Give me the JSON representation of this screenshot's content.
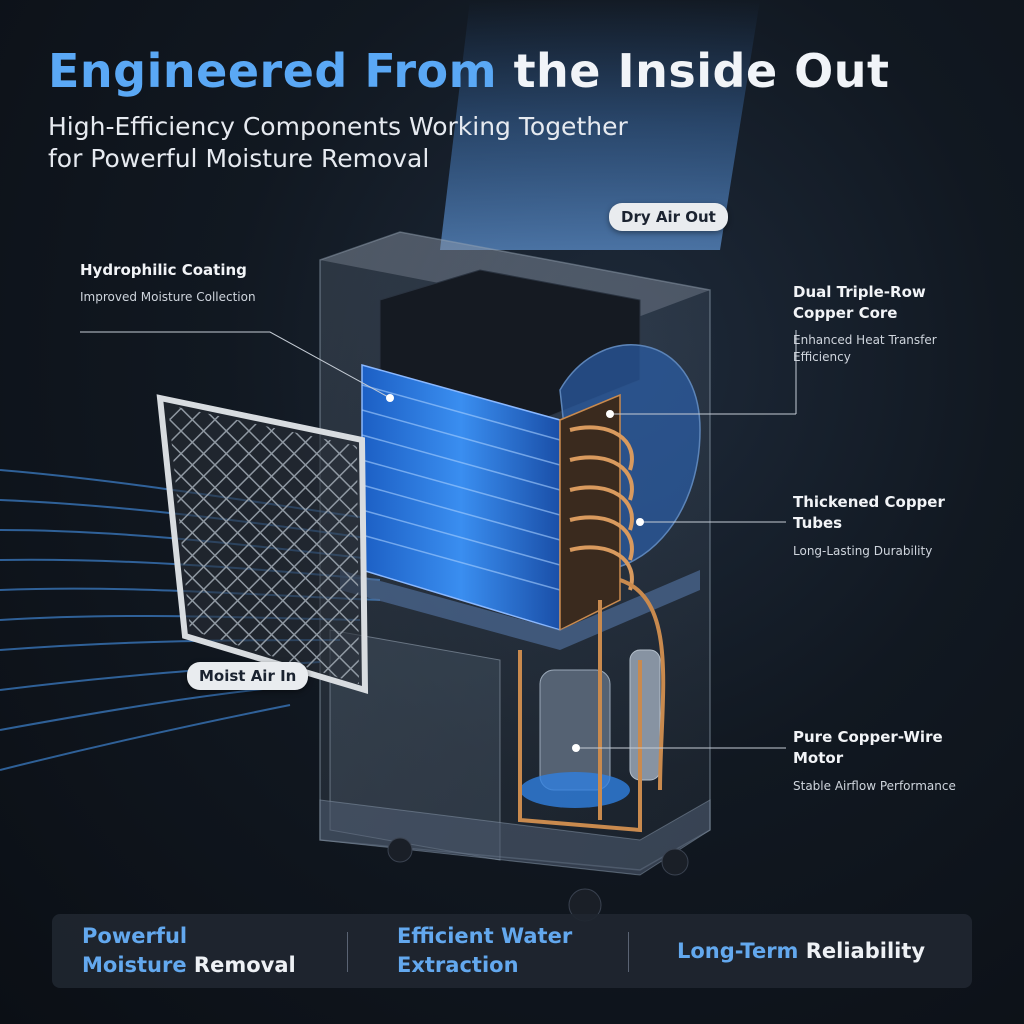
{
  "header": {
    "title_accent": "Engineered From",
    "title_rest": "the Inside Out",
    "subtitle_line1": "High-Efficiency Components Working Together",
    "subtitle_line2": "for Powerful Moisture Removal"
  },
  "labels": {
    "dry_air_out": "Dry Air Out",
    "moist_air_in": "Moist Air In"
  },
  "callouts": {
    "hydrophilic": {
      "title": "Hydrophilic Coating",
      "desc": "Improved Moisture Collection"
    },
    "copper_core": {
      "title_line1": "Dual Triple-Row",
      "title_line2": "Copper Core",
      "desc_line1": "Enhanced Heat Transfer",
      "desc_line2": "Efficiency"
    },
    "copper_tubes": {
      "title_line1": "Thickened Copper",
      "title_line2": "Tubes",
      "desc": "Long-Lasting Durability"
    },
    "motor": {
      "title_line1": "Pure Copper-Wire",
      "title_line2": "Motor",
      "desc": "Stable Airflow Performance"
    }
  },
  "features": {
    "f1_line1": "Powerful",
    "f1_line2_blue": "Moisture",
    "f1_line2_white": " Removal",
    "f2_line1": "Efficient Water",
    "f2_line2": "Extraction",
    "f3_blue": "Long-Term",
    "f3_white": " Reliability"
  },
  "colors": {
    "accent": "#5aa8f5",
    "background": "#111821",
    "copper": "#c98a4e",
    "coil_blue": "#2f7fe0"
  }
}
